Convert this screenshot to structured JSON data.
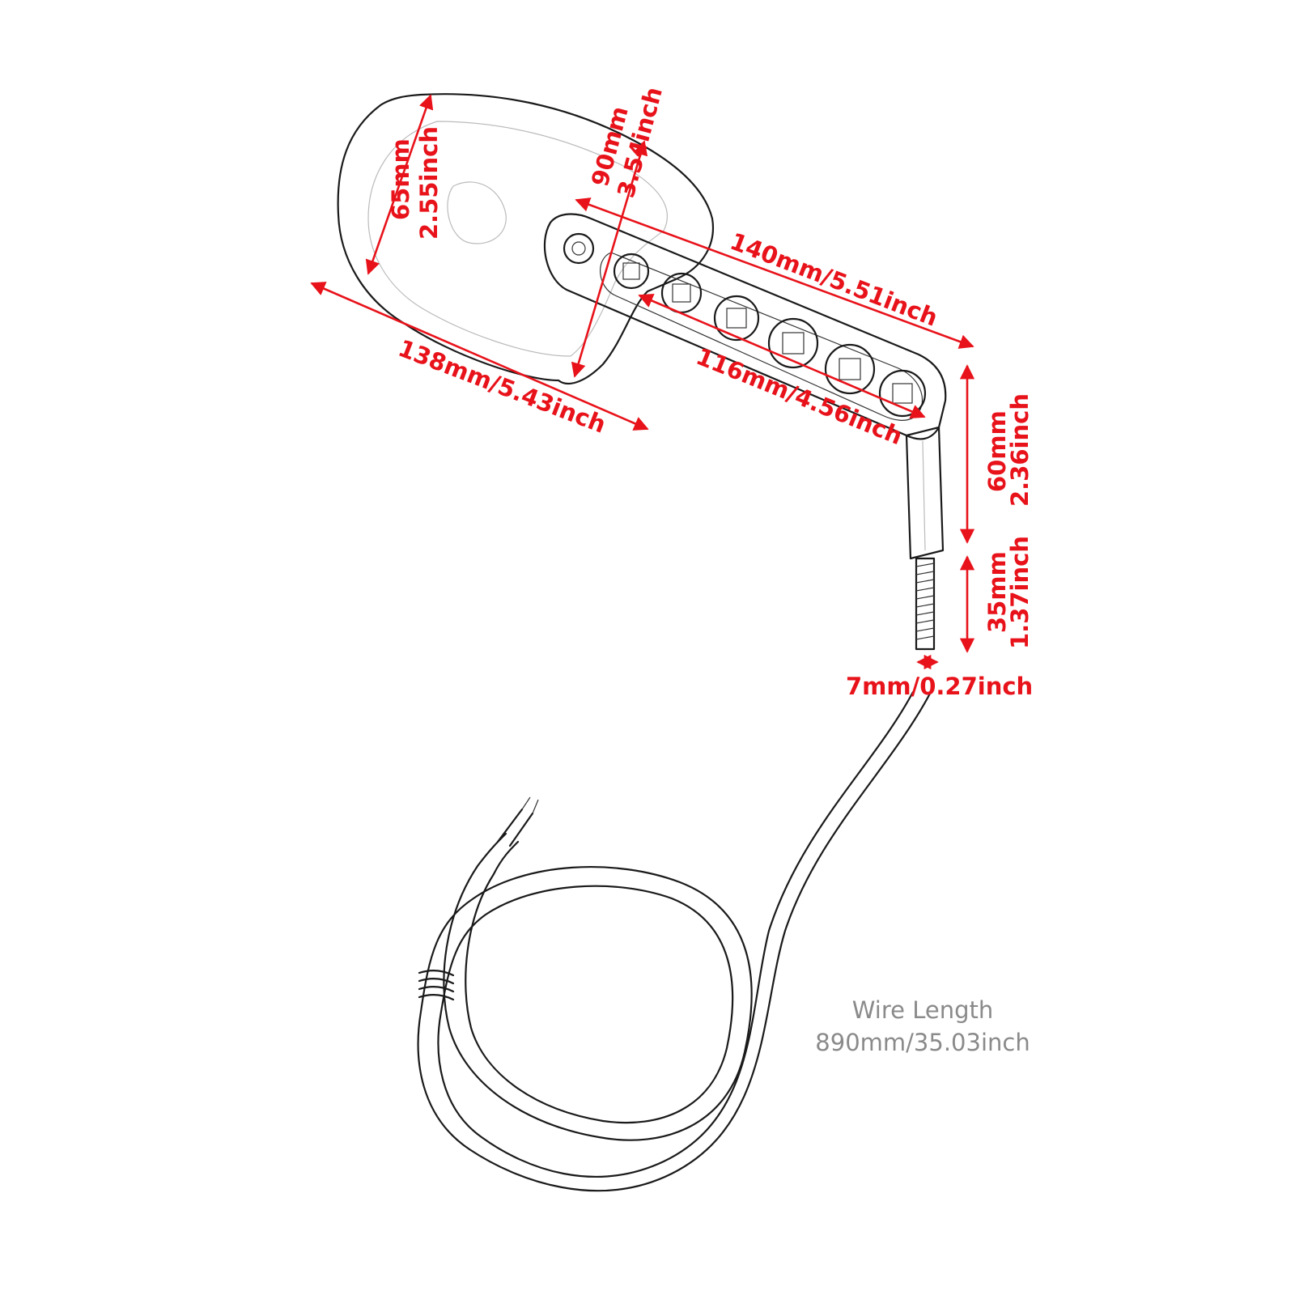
{
  "colors": {
    "dimension": "#e8121a",
    "outline": "#1a1a1a",
    "wire_label": "#8a8a8a",
    "background": "#ffffff"
  },
  "dimensions": {
    "mirror_height": {
      "mm": "65mm",
      "inch": "2.55inch"
    },
    "mirror_diagonal": {
      "mm": "90mm",
      "inch": "3.54inch"
    },
    "overall_length": "140mm/5.51inch",
    "mirror_width": "138mm/5.43inch",
    "led_length": "116mm/4.56inch",
    "stem_height": {
      "mm": "60mm",
      "inch": "2.36inch"
    },
    "thread_length": {
      "mm": "35mm",
      "inch": "1.37inch"
    },
    "thread_diameter": "7mm/0.27inch"
  },
  "wire": {
    "title": "Wire Length",
    "length": "890mm/35.03inch"
  },
  "led_count": 6
}
